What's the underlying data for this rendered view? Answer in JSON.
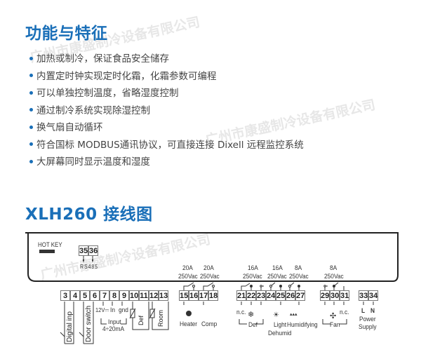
{
  "features": {
    "title": "功能与特征",
    "items": [
      "加热或制冷，保证食品安全储存",
      "内置定时钟实现定时化霜，化霜参数可编程",
      "可以单独控制温度，省略湿度控制",
      "通过制冷系统实现除湿控制",
      "换气扇自动循环",
      "符合国标 MODBUS通讯协议，可直接连接 Dixell 远程监控系统",
      "大屏幕同时显示温度和湿度"
    ]
  },
  "wiring": {
    "title": "XLH260 接线图",
    "hot_key": "HOT KEY",
    "rs485_terminals": [
      "35",
      "36"
    ],
    "rs485_label": "RS485",
    "terminals_left": [
      "3",
      "4",
      "5",
      "6",
      "7",
      "8",
      "9",
      "10",
      "11",
      "12",
      "13"
    ],
    "digital_inp": "Digital inp",
    "door_switch": "Door switch",
    "input_pins": {
      "v12": "12V⎓",
      "in": "In",
      "gnd": "gnd"
    },
    "input_label": "Input",
    "input_range": "4÷20mA",
    "def_probe": "Def",
    "room_probe": "Room",
    "relays": {
      "heater": {
        "terminals": [
          "15",
          "16"
        ],
        "current": "20A",
        "voltage": "250Vac",
        "label": "Heater"
      },
      "comp": {
        "terminals": [
          "17",
          "18"
        ],
        "current": "20A",
        "voltage": "250Vac",
        "label": "Comp"
      },
      "def": {
        "terminals": [
          "21",
          "22",
          "23"
        ],
        "current": "16A",
        "voltage": "250Vac",
        "label": "Def",
        "nc": "n.c."
      },
      "light": {
        "terminals": [
          "24",
          "25"
        ],
        "current": "16A",
        "voltage": "250Vac",
        "label": "Light",
        "label2": "Dehumid"
      },
      "humid": {
        "terminals": [
          "26",
          "27"
        ],
        "current": "8A",
        "voltage": "250Vac",
        "label": "Humidifying"
      },
      "fan": {
        "terminals": [
          "29",
          "30",
          "31"
        ],
        "current": "8A",
        "voltage": "250Vac",
        "label": "Fan",
        "nc": "n.c."
      }
    },
    "power": {
      "terminals": [
        "33",
        "34"
      ],
      "l": "L",
      "n": "N",
      "label1": "Power",
      "label2": "Supply"
    }
  },
  "watermark": "广州市康盛制冷设备有限公司",
  "colors": {
    "accent": "#1a6fb8",
    "text": "#444444"
  }
}
